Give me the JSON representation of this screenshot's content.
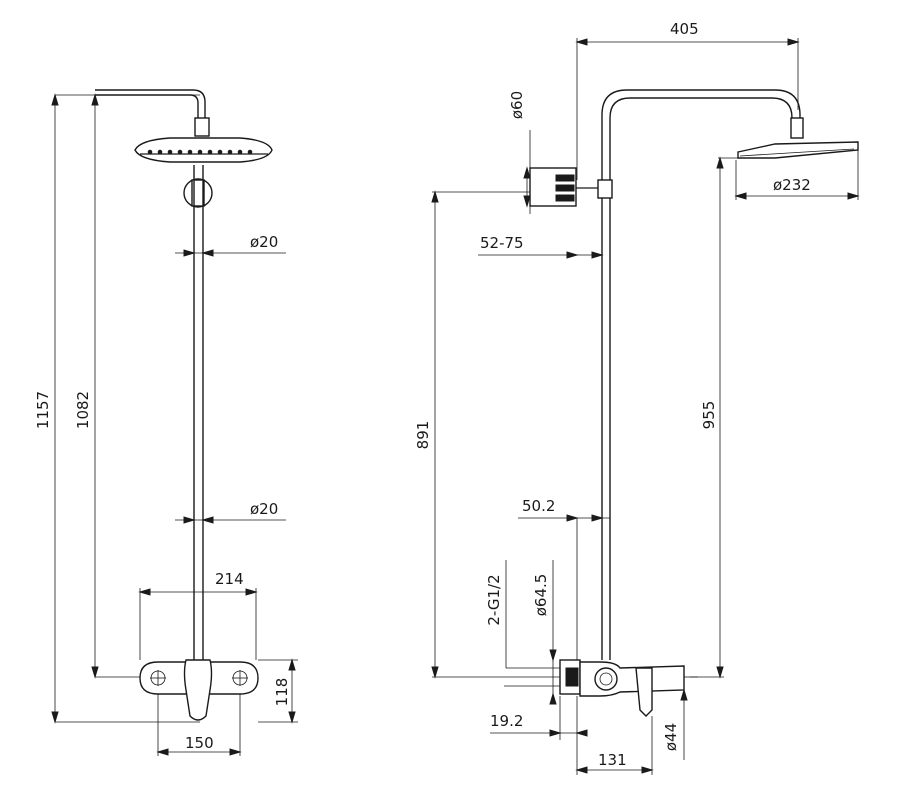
{
  "front_view": {
    "dim_total_height": "1157",
    "dim_rail_height": "1082",
    "dim_pipe_dia_top": "ø20",
    "dim_pipe_dia_bottom": "ø20",
    "dim_mixer_width": "214",
    "dim_mixer_height": "118",
    "dim_inlet_spacing": "150"
  },
  "side_view": {
    "dim_arm_reach": "405",
    "dim_bracket_dia": "ø60",
    "dim_head_dia": "ø232",
    "dim_wall_offset": "52-75",
    "dim_bracket_height": "891",
    "dim_head_height": "955",
    "dim_pipe_offset": "50.2",
    "dim_thread": "2-G1/2",
    "dim_flange_dia": "ø64.5",
    "dim_thread_length": "19.2",
    "dim_mixer_depth": "131",
    "dim_body_dia": "ø44"
  }
}
